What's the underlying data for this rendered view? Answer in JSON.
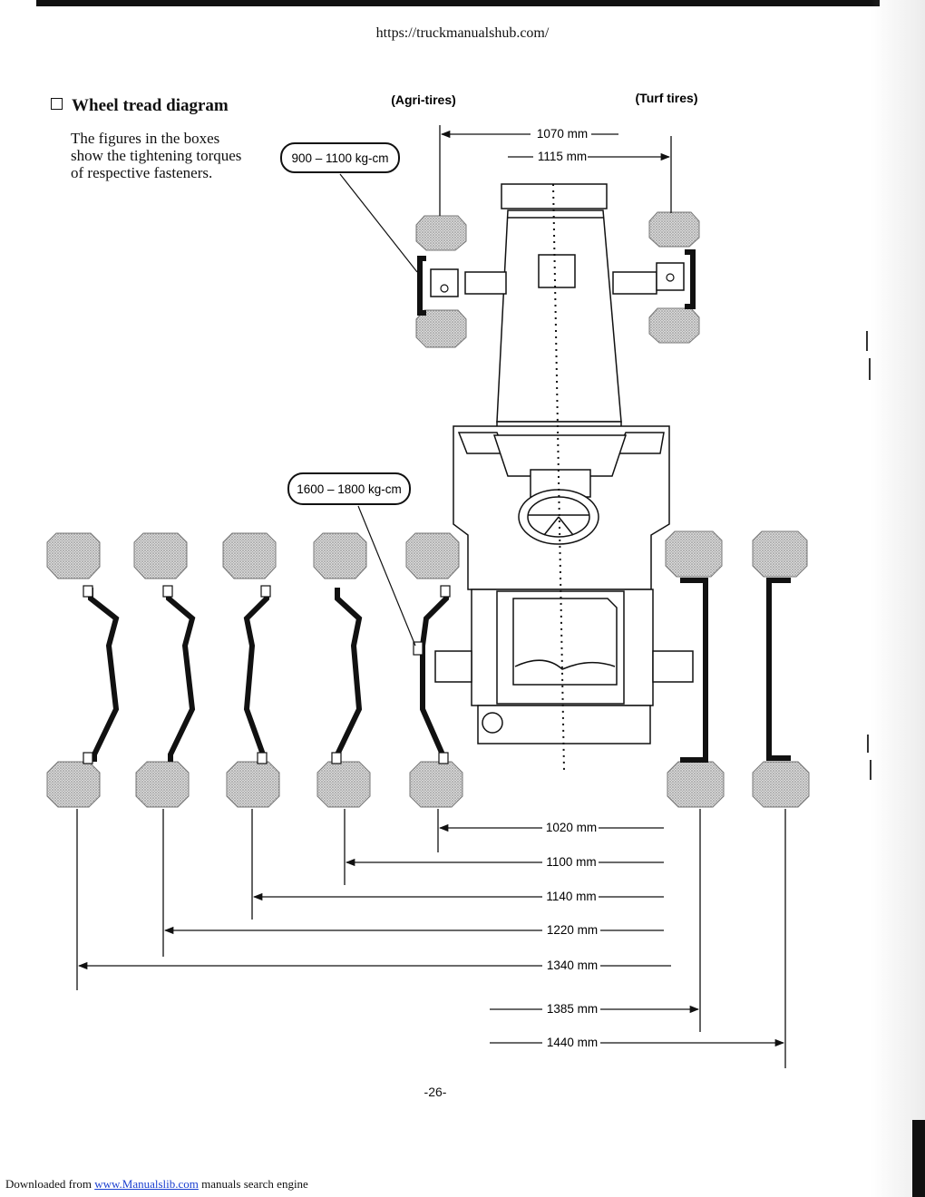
{
  "header": {
    "url": "https://truckmanualshub.com/"
  },
  "section": {
    "title": "Wheel tread diagram",
    "description": "The figures in the boxes show the tightening torques of respective fasteners."
  },
  "labels": {
    "agri_tires": "(Agri-tires)",
    "turf_tires": "(Turf tires)",
    "torque_front": "900 – 1100 kg-cm",
    "torque_rear": "1600 – 1800 kg-cm"
  },
  "front_treads": [
    {
      "label": "1070 mm"
    },
    {
      "label": "1115 mm"
    }
  ],
  "rear_treads": [
    {
      "label": "1020 mm"
    },
    {
      "label": "1100 mm"
    },
    {
      "label": "1140 mm"
    },
    {
      "label": "1220 mm"
    },
    {
      "label": "1340 mm"
    },
    {
      "label": "1385 mm"
    },
    {
      "label": "1440 mm"
    }
  ],
  "page_number": "-26-",
  "footer": {
    "prefix": "Downloaded from",
    "link": "www.Manualslib.com",
    "suffix": "manuals search engine"
  }
}
